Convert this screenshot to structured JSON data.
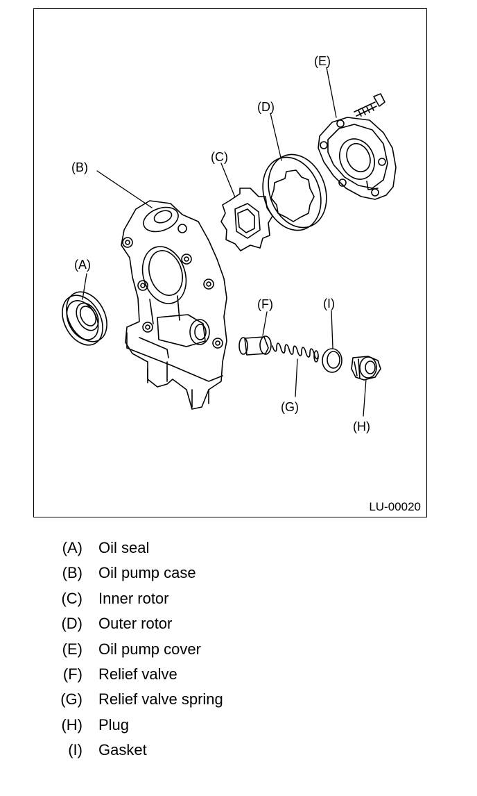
{
  "figure": {
    "id_label": "LU-00020",
    "callouts": {
      "A": "(A)",
      "B": "(B)",
      "C": "(C)",
      "D": "(D)",
      "E": "(E)",
      "F": "(F)",
      "G": "(G)",
      "H": "(H)",
      "I": "(I)"
    }
  },
  "legend": [
    {
      "key": "(A)",
      "text": "Oil seal"
    },
    {
      "key": "(B)",
      "text": "Oil pump case"
    },
    {
      "key": "(C)",
      "text": "Inner rotor"
    },
    {
      "key": "(D)",
      "text": "Outer rotor"
    },
    {
      "key": "(E)",
      "text": "Oil pump cover"
    },
    {
      "key": "(F)",
      "text": "Relief valve"
    },
    {
      "key": "(G)",
      "text": "Relief valve spring"
    },
    {
      "key": "(H)",
      "text": "Plug"
    },
    {
      "key": "(I)",
      "text": "Gasket"
    }
  ]
}
